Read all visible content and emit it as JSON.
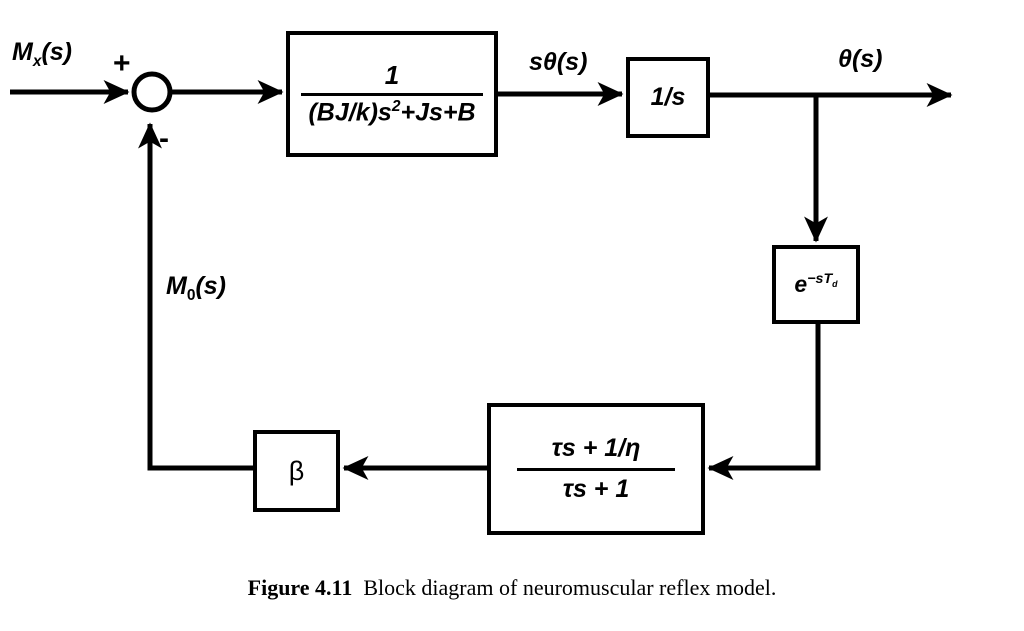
{
  "figure": {
    "caption_label": "Figure 4.11",
    "caption_text": "Block diagram of neuromuscular reflex model.",
    "ink_color": "#000000",
    "background_color": "#ffffff"
  },
  "signals": {
    "input": "M",
    "input_sub": "x",
    "input_arg": "(s)",
    "mid": "sθ(s)",
    "output": "θ(s)",
    "feedback": "M",
    "feedback_sub": "0",
    "feedback_arg": "(s)"
  },
  "sum_junction": {
    "plus_sign": "+",
    "minus_sign": "-"
  },
  "blocks": {
    "plant": {
      "numerator": "1",
      "denominator_pre": "(BJ/k)s",
      "denominator_exp": "2",
      "denominator_post": "+Js+B"
    },
    "integrator": {
      "label": "1/s"
    },
    "delay": {
      "base": "e",
      "exponent_pre": "−s",
      "exponent_sub_base": "T",
      "exponent_sub": "d"
    },
    "leadlag": {
      "numerator": "τs + 1/η",
      "denominator": "τs + 1"
    },
    "gain": {
      "label": "β"
    }
  }
}
